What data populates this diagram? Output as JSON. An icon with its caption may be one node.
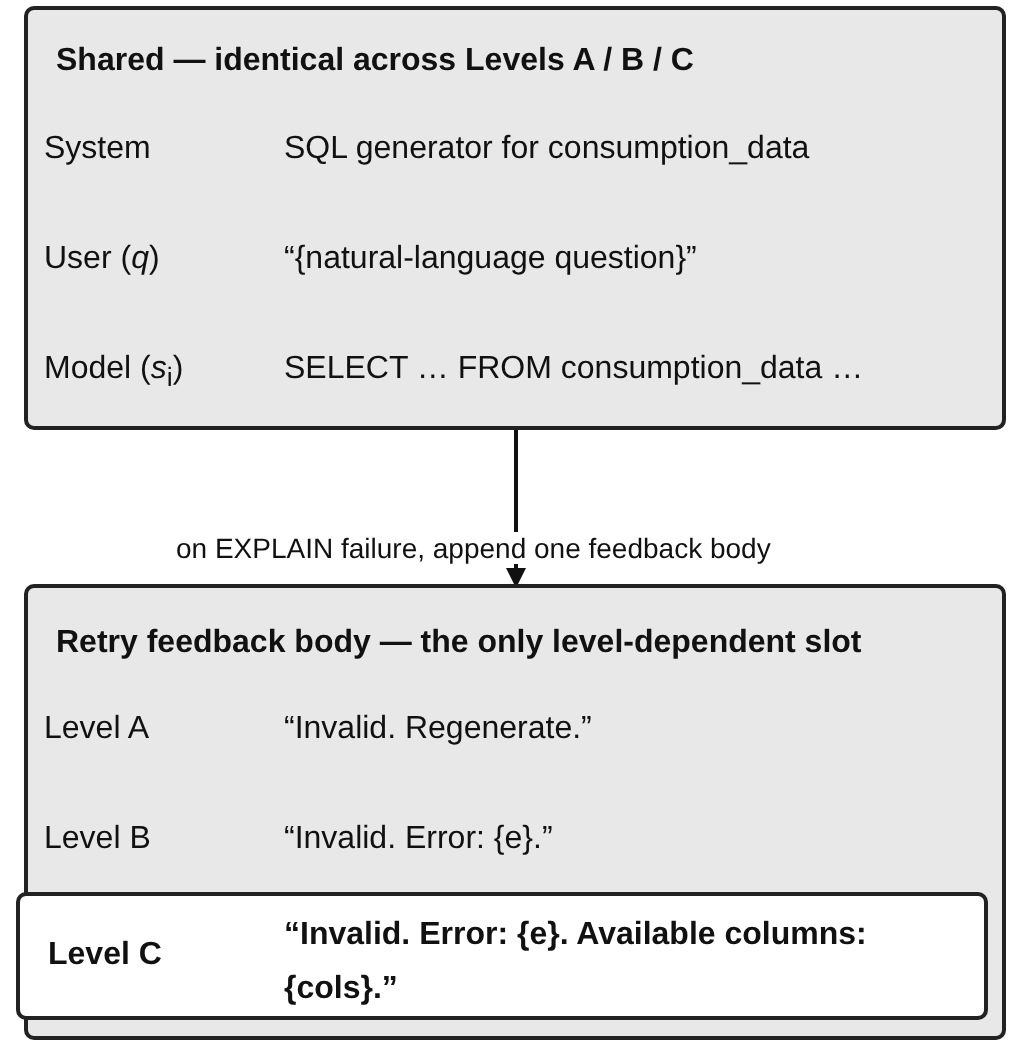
{
  "diagram": {
    "nodes": [
      {
        "text": [
          "Shared — identical across Levels A / B / C",
          "System",
          "SQL generator for consumption_data",
          "User (*q*)",
          "“{natural-language question}”",
          "Model (*s*$_{i}$)",
          "SELECT … FROM consumption_data …"
        ]
      },
      {
        "text": [
          "Retry feedback body — the only level-dependent slot",
          "Level A",
          "“Invalid. Regenerate.”",
          "Level B",
          "“Invalid. Error: {e}.”"
        ]
      },
      {
        "text": [
          "Level C",
          "“Invalid. Error: {e}. Available columns: {cols}.”"
        ],
        "in": 1
      }
    ],
    "edges": [
      {
        "from": 0,
        "to": 1,
        "arrow": "to",
        "label": "on EXPLAIN failure, append one feedback body"
      }
    ]
  }
}
